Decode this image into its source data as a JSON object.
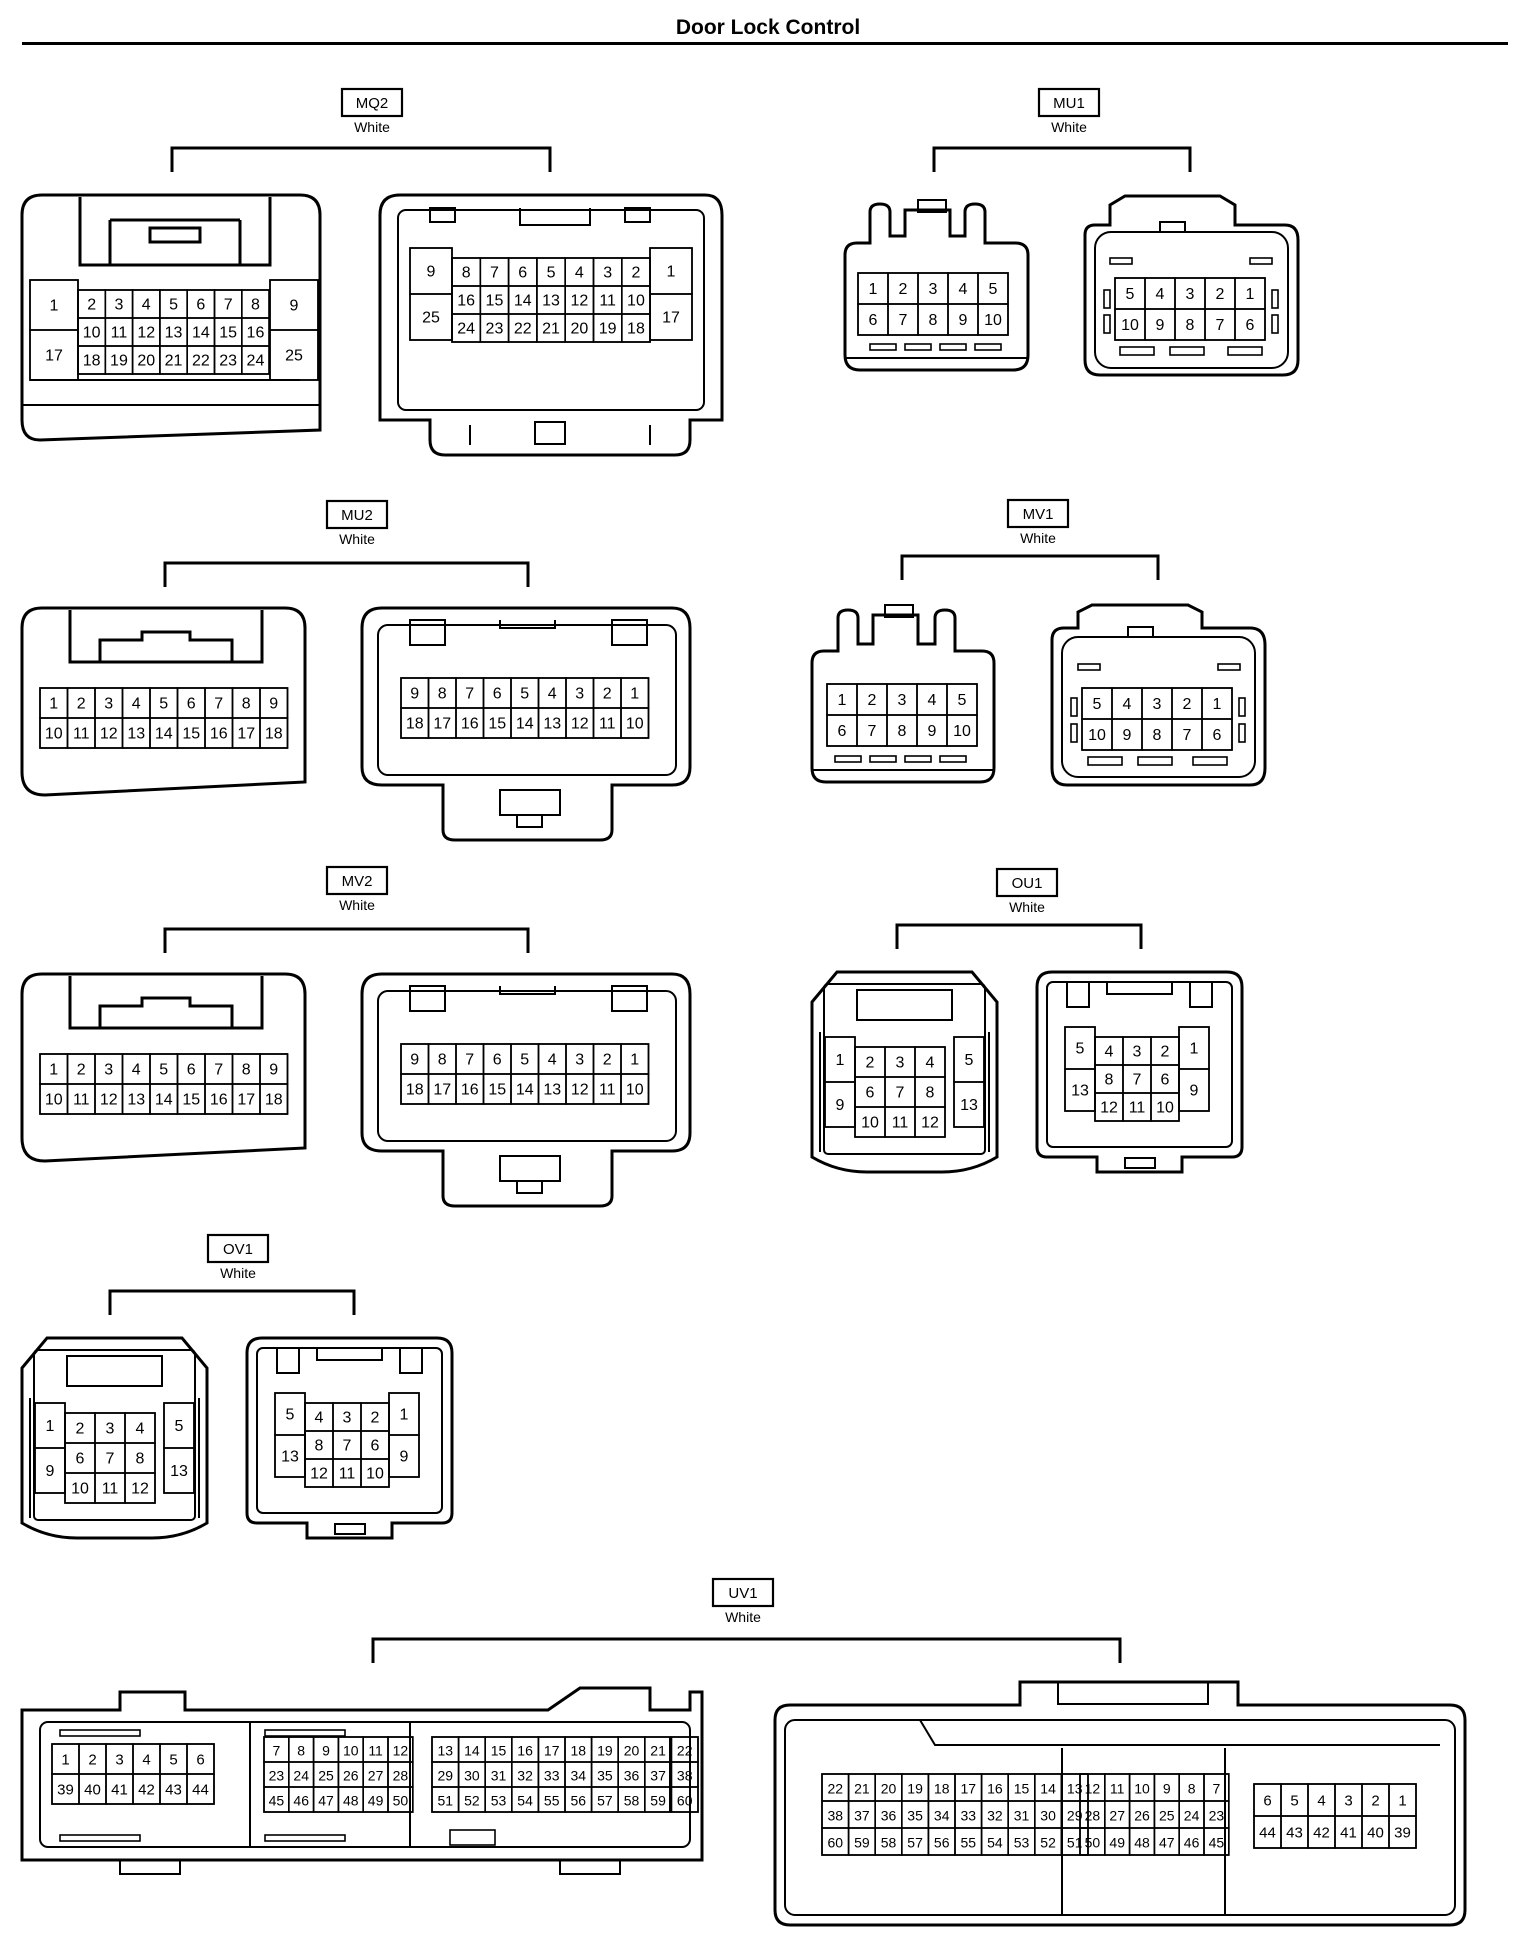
{
  "title": "Door Lock Control",
  "connectors": [
    {
      "id": "MQ2",
      "color": "White",
      "male": [
        [
          "1",
          "17"
        ],
        [
          "2",
          "3",
          "4",
          "5",
          "6",
          "7",
          "8",
          "10",
          "11",
          "12",
          "13",
          "14",
          "15",
          "16",
          "18",
          "19",
          "20",
          "21",
          "22",
          "23",
          "24"
        ],
        [
          "9",
          "25"
        ]
      ],
      "female": [
        [
          "9",
          "25"
        ],
        [
          "8",
          "7",
          "6",
          "5",
          "4",
          "3",
          "2",
          "16",
          "15",
          "14",
          "13",
          "12",
          "11",
          "10",
          "24",
          "23",
          "22",
          "21",
          "20",
          "19",
          "18"
        ],
        [
          "1",
          "17"
        ]
      ]
    },
    {
      "id": "MU1",
      "color": "White",
      "male": [
        [
          "1",
          "2",
          "3",
          "4",
          "5",
          "6",
          "7",
          "8",
          "9",
          "10"
        ]
      ],
      "female": [
        [
          "5",
          "4",
          "3",
          "2",
          "1",
          "10",
          "9",
          "8",
          "7",
          "6"
        ]
      ]
    },
    {
      "id": "MU2",
      "color": "White",
      "male": [
        [
          "1",
          "2",
          "3",
          "4",
          "5",
          "6",
          "7",
          "8",
          "9",
          "10",
          "11",
          "12",
          "13",
          "14",
          "15",
          "16",
          "17",
          "18"
        ]
      ],
      "female": [
        [
          "9",
          "8",
          "7",
          "6",
          "5",
          "4",
          "3",
          "2",
          "1",
          "18",
          "17",
          "16",
          "15",
          "14",
          "13",
          "12",
          "11",
          "10"
        ]
      ]
    },
    {
      "id": "MV1",
      "color": "White",
      "male": [
        [
          "1",
          "2",
          "3",
          "4",
          "5",
          "6",
          "7",
          "8",
          "9",
          "10"
        ]
      ],
      "female": [
        [
          "5",
          "4",
          "3",
          "2",
          "1",
          "10",
          "9",
          "8",
          "7",
          "6"
        ]
      ]
    },
    {
      "id": "MV2",
      "color": "White",
      "male": [
        [
          "1",
          "2",
          "3",
          "4",
          "5",
          "6",
          "7",
          "8",
          "9",
          "10",
          "11",
          "12",
          "13",
          "14",
          "15",
          "16",
          "17",
          "18"
        ]
      ],
      "female": [
        [
          "9",
          "8",
          "7",
          "6",
          "5",
          "4",
          "3",
          "2",
          "1",
          "18",
          "17",
          "16",
          "15",
          "14",
          "13",
          "12",
          "11",
          "10"
        ]
      ]
    },
    {
      "id": "OU1",
      "color": "White",
      "male": [
        [
          "1",
          "9"
        ],
        [
          "2",
          "3",
          "4",
          "6",
          "7",
          "8",
          "10",
          "11",
          "12"
        ],
        [
          "5",
          "13"
        ]
      ],
      "female": [
        [
          "5",
          "13"
        ],
        [
          "4",
          "3",
          "2",
          "8",
          "7",
          "6",
          "12",
          "11",
          "10"
        ],
        [
          "1",
          "9"
        ]
      ]
    },
    {
      "id": "OV1",
      "color": "White",
      "male": [
        [
          "1",
          "9"
        ],
        [
          "2",
          "3",
          "4",
          "6",
          "7",
          "8",
          "10",
          "11",
          "12"
        ],
        [
          "5",
          "13"
        ]
      ],
      "female": [
        [
          "5",
          "13"
        ],
        [
          "4",
          "3",
          "2",
          "8",
          "7",
          "6",
          "12",
          "11",
          "10"
        ],
        [
          "1",
          "9"
        ]
      ]
    },
    {
      "id": "UV1",
      "color": "White",
      "male": [
        [
          "1",
          "2",
          "3",
          "4",
          "5",
          "6",
          "39",
          "40",
          "41",
          "42",
          "43",
          "44"
        ],
        [
          "7",
          "8",
          "9",
          "10",
          "11",
          "12",
          "23",
          "24",
          "25",
          "26",
          "27",
          "28",
          "45",
          "46",
          "47",
          "48",
          "49",
          "50"
        ],
        [
          "13",
          "14",
          "15",
          "16",
          "17",
          "18",
          "19",
          "20",
          "21",
          "22",
          "29",
          "30",
          "31",
          "32",
          "33",
          "34",
          "35",
          "36",
          "37",
          "38",
          "51",
          "52",
          "53",
          "54",
          "55",
          "56",
          "57",
          "58",
          "59",
          "60"
        ]
      ],
      "female": [
        [
          "22",
          "21",
          "20",
          "19",
          "18",
          "17",
          "16",
          "15",
          "14",
          "13",
          "38",
          "37",
          "36",
          "35",
          "34",
          "33",
          "32",
          "31",
          "30",
          "29",
          "60",
          "59",
          "58",
          "57",
          "56",
          "55",
          "54",
          "53",
          "52",
          "51"
        ],
        [
          "12",
          "11",
          "10",
          "9",
          "8",
          "7",
          "28",
          "27",
          "26",
          "25",
          "24",
          "23",
          "50",
          "49",
          "48",
          "47",
          "46",
          "45"
        ],
        [
          "6",
          "5",
          "4",
          "3",
          "2",
          "1",
          "44",
          "43",
          "42",
          "41",
          "40",
          "39"
        ]
      ]
    }
  ]
}
